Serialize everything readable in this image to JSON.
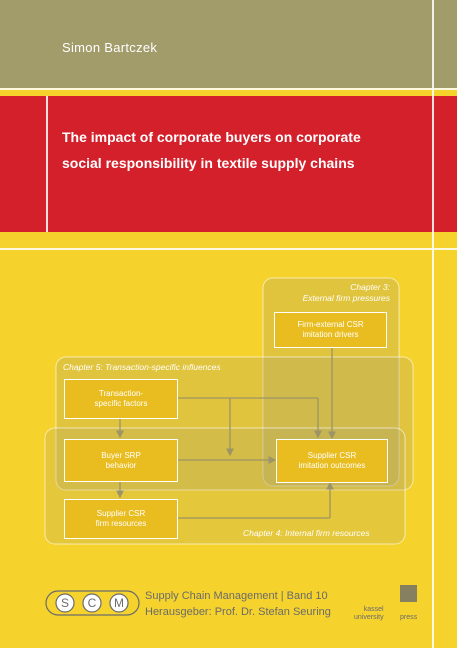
{
  "cover": {
    "author": "Simon Bartczek",
    "title_line1": "The impact of corporate buyers on corporate",
    "title_line2": "social responsibility in textile supply chains"
  },
  "diagram": {
    "chapter3_line1": "Chapter 3:",
    "chapter3_line2": "External firm pressures",
    "chapter5": "Chapter 5: Transaction-specific influences",
    "chapter4": "Chapter 4: Internal firm resources",
    "box_external_line1": "Firm-external CSR",
    "box_external_line2": "imitation drivers",
    "box_transaction_line1": "Transaction-",
    "box_transaction_line2": "specific factors",
    "box_buyer_line1": "Buyer SRP",
    "box_buyer_line2": "behavior",
    "box_outcomes_line1": "Supplier CSR",
    "box_outcomes_line2": "imitation outcomes",
    "box_resources_line1": "Supplier CSR",
    "box_resources_line2": "firm resources"
  },
  "footer": {
    "logo_s": "S",
    "logo_c": "C",
    "logo_m": "M",
    "series_line1": "Supply Chain Management | Band 10",
    "series_line2": "Herausgeber: Prof. Dr. Stefan Seuring",
    "publisher_line1": "kassel",
    "publisher_line2": "university",
    "publisher_line3": "press"
  }
}
